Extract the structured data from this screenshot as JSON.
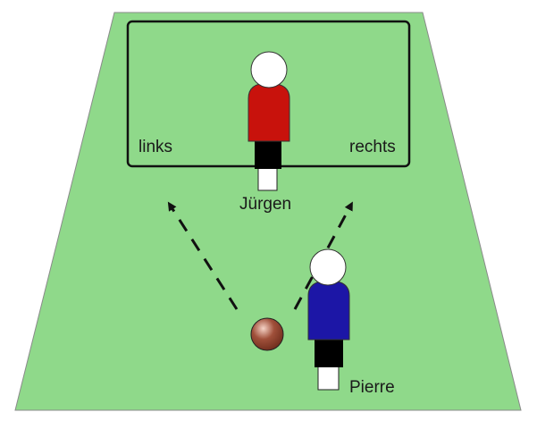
{
  "goal": {
    "left_label": "links",
    "right_label": "rechts"
  },
  "players": {
    "goalkeeper": {
      "name": "Jürgen",
      "shirt_color": "#c8120c",
      "shorts_color": "#000000",
      "socks_color": "#ffffff",
      "head_color": "#ffffff"
    },
    "shooter": {
      "name": "Pierre",
      "shirt_color": "#1c16a6",
      "shorts_color": "#000000",
      "socks_color": "#ffffff",
      "head_color": "#ffffff"
    }
  },
  "pitch": {
    "color": "#8fd98a"
  },
  "ball": {
    "color": "#a0503a"
  },
  "arrows": [
    "shot-to-left",
    "shot-to-right"
  ]
}
